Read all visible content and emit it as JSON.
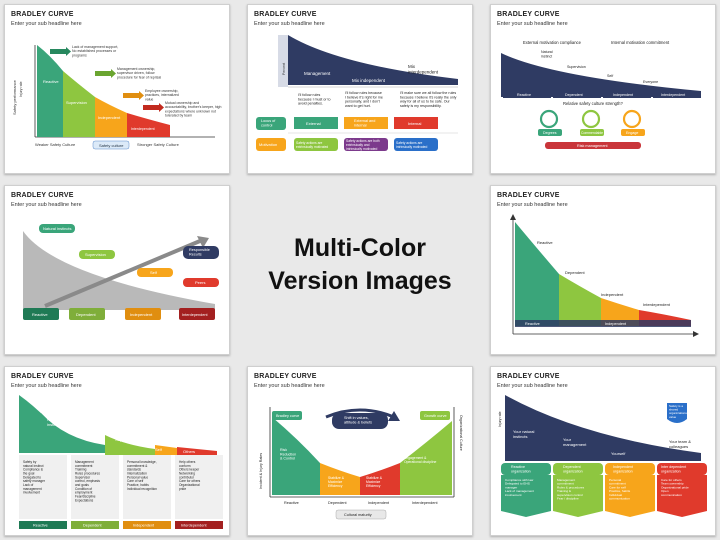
{
  "center": {
    "line1": "Multi-Color",
    "line2": "Version Images"
  },
  "slides": [
    {
      "title": "BRADLEY CURVE",
      "sub": "Enter your sub headline here",
      "labels": {
        "y_axis": "Safety performance",
        "y_axis2": "Injury rate",
        "n1": "Lack of management support,\nNo established processes or\nprograms",
        "n2": "Management ownership,\nsupervisor driven, follow\nprocedure for fear of reprisal",
        "n3": "Employee ownership,\npractices, internalized\nvalue",
        "n4": "Mutual ownership and\naccountability, brother's keeper, high\nexpectations where unknown not\ntolerated by team",
        "s1": "Reactive",
        "s2": "Supervision",
        "s3": "Independent",
        "s4": "Interdependent",
        "axis_left": "Weaker Safety Culture",
        "axis_mid": "Safety culture",
        "axis_right": "Stronger Safety Culture"
      }
    },
    {
      "title": "BRADLEY CURVE",
      "sub": "Enter your sub headline here",
      "labels": {
        "pct": "Percent",
        "h1": "Management",
        "h2": "Mix independent",
        "h3": "Mix\ninterdependent",
        "q1": "I'll follow rules\nbecause I must or to\navoid penalties.",
        "q2": "I'll follow rules because\nI believe it's right for me\npersonally, and I don't\nwant to get hurt.",
        "q3": "I'll make sure we all follow the rules\nbecause I believe it's really the only\nway for all of us to be safe. Our\nsafety is my responsibility.",
        "locus": "Locus of\ncontrol",
        "motiv": "Motivation",
        "e1": "External",
        "e2": "External and\ninternal",
        "e3": "Internal",
        "m1": "Safety actions are\nextrinsically motivated",
        "m2": "Safety actions are both\nextrinsically and\nintrinsically motivated",
        "m3": "Safety actions are\nintrinsically motivated"
      }
    },
    {
      "title": "BRADLEY CURVE",
      "sub": "Enter your sub headline here",
      "labels": {
        "ext": "External motivation compliance",
        "int": "Internal motivation commitment",
        "ni": "Natural\ninstinct",
        "sup": "Supervision",
        "self": "Self",
        "ev": "Everyone",
        "b1": "Reactive",
        "b2": "Dependent",
        "b3": "Independent",
        "b4": "Interdependent",
        "q": "Relative safety culture strength?",
        "c1": "Degrees",
        "c2": "Commendable",
        "c3": "Engage",
        "risk": "Risk management"
      }
    },
    {
      "title": "BRADLEY CURVE",
      "sub": "Enter your sub headline here",
      "labels": {
        "ni": "Natural instincts",
        "sup": "Supervision",
        "self": "Self",
        "peers": "Peers",
        "resp": "Responsible\nResults",
        "b1": "Reactive",
        "b2": "Dependent",
        "b3": "Independent",
        "b4": "Interdependent"
      }
    },
    {
      "title": "BRADLEY CURVE",
      "sub": "Enter your sub headline here",
      "labels": {
        "r": "Reactive",
        "d": "Dependent",
        "i": "Independent",
        "x": "Interdependent"
      }
    },
    {
      "title": "BRADLEY CURVE",
      "sub": "Enter your sub headline here",
      "labels": {
        "y": "Injury rate",
        "ni": "Natural\ninstincts",
        "sup": "Supervision",
        "self": "Self",
        "others": "Others",
        "l1": "Safety by\nnatural instinct\nCompliance is\nthe goal\nDelegated to\nsafety manager\nLack of\nmanagement\ninvolvement",
        "l2": "Management\ncommitment\nTraining\nRules procedures\nSupervisor\ncontrol, emphasis\nand goals\nCondition of\nemployment\nFear/discipline\nExpectations",
        "l3": "Personal knowledge,\ncommitment &\nstandards\nInternalization\nPersonal value\nCare of self\nPractice, habits\nIndividual recognition",
        "l4": "Help others\nconform\nOthers keeper\nNetworking\ncontributor\nCare for others\nOrganizational\npride",
        "b1": "Reactive",
        "b2": "Dependent",
        "b3": "Independent",
        "b4": "Interdependent"
      }
    },
    {
      "title": "BRADLEY CURVE",
      "sub": "Enter your sub headline here",
      "labels": {
        "y": "Incident & Injury Rates",
        "y2": "Organizational Culture",
        "bc": "Bradley curve",
        "shift": "Shift in values,\nattitude & beliefs",
        "gc": "Growth curve",
        "risk": "Risk\nReduction\n& Control",
        "mid1": "Stabilize &\nMaximize\nEfficiency",
        "mid2": "Stabilize &\nMaximize\nEfficiency",
        "engage": "Engagement &\nOperational discipline",
        "b1": "Reactive",
        "b2": "Dependent",
        "b3": "Independent",
        "b4": "Interdependent",
        "ci": "Cultural maturity"
      }
    },
    {
      "title": "BRADLEY CURVE",
      "sub": "Enter your sub headline here",
      "labels": {
        "y": "Injury rate",
        "shield": "Safety is a\nshared\norganizations\nvalue",
        "ni": "Your natural\ninstincts",
        "mg": "Your\nmanagement",
        "ys": "Yourself",
        "team": "Your team &\ncolleagues",
        "o1": "Reactive\norganization",
        "o2": "Dependent\norganization",
        "o3": "Independent\norganization",
        "o4": "Inter dependent\norganization",
        "d1": "Compliance with law\nDelegated to EHS\nmanager\nLack of management\ninvolvement",
        "d2": "Management\ncommitment\nRules & procedures\nTraining &\nsupervision control\nFear / discipline",
        "d3": "Personal\ncommitment\nCare for self\nPractice, habits\nIndividual\ncommunication",
        "d4": "Care for others\nTeam ownership\nOrganizational pride\nOpen\ncommunication"
      }
    }
  ]
}
